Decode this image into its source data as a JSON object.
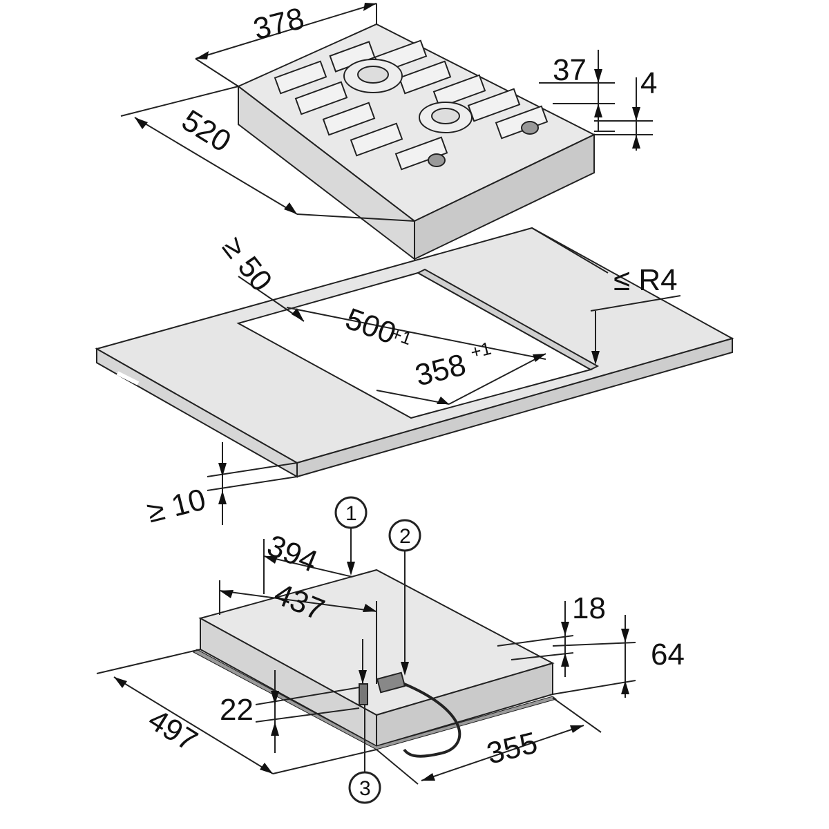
{
  "hob": {
    "width": "378",
    "depth": "520",
    "height": "37",
    "thickness": "4"
  },
  "worktop": {
    "min_front_distance": "≥ 50",
    "cutout_depth": "500",
    "cutout_depth_tol": "+1",
    "cutout_width": "358",
    "cutout_width_tol": "+1",
    "corner_radius": "≤ R4",
    "min_clearance_below": "≥ 10"
  },
  "underside": {
    "width_a": "394",
    "width_b": "437",
    "depth": "497",
    "height_a": "18",
    "height_b": "64",
    "offset": "22",
    "rear_width": "355"
  },
  "callouts": [
    "1",
    "2",
    "3"
  ]
}
